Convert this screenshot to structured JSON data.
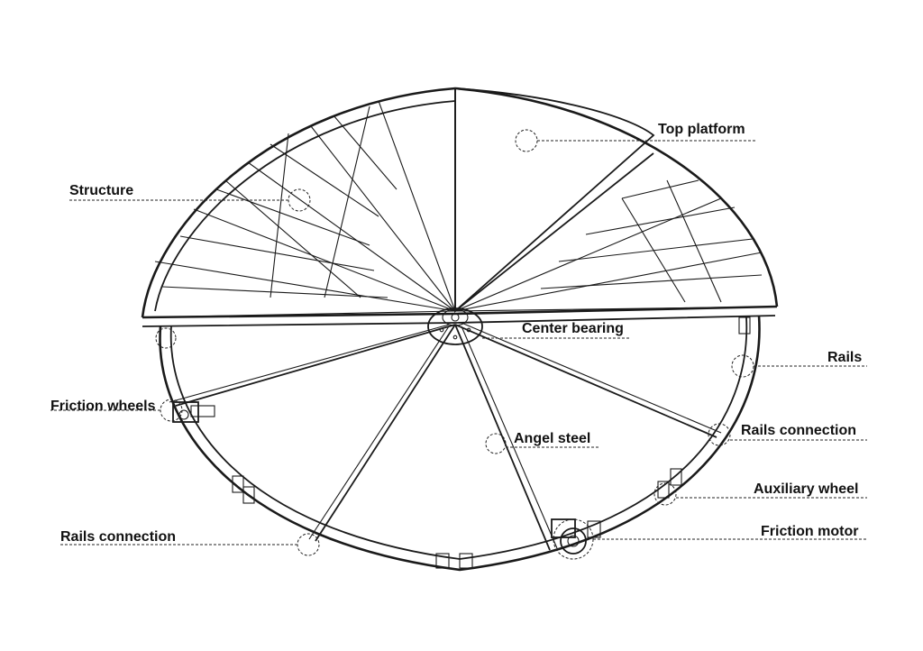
{
  "diagram": {
    "labels": {
      "top_platform": "Top platform",
      "structure": "Structure",
      "center_bearing": "Center bearing",
      "rails": "Rails",
      "friction_wheels": "Friction wheels",
      "angel_steel": "Angel steel",
      "rails_connection_right": "Rails connection",
      "auxiliary_wheel": "Auxiliary wheel",
      "rails_connection_left": "Rails connection",
      "friction_motor": "Friction motor"
    },
    "colors": {
      "ink": "#1a1a1a",
      "background": "#ffffff"
    },
    "icons": [
      "motor-icon",
      "wheel-icon"
    ]
  }
}
